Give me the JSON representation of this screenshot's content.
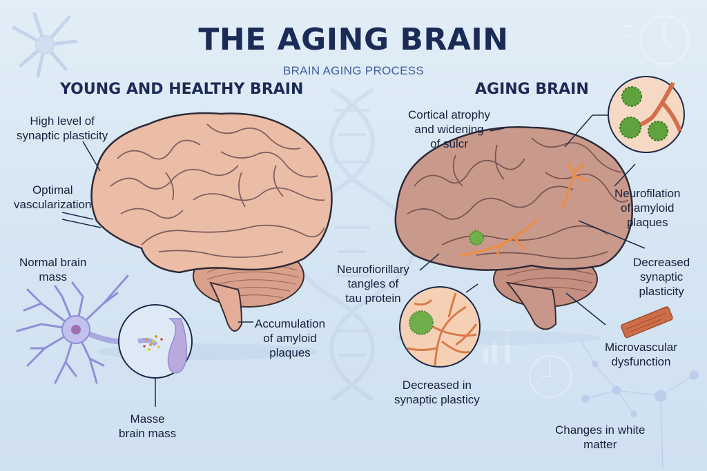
{
  "header": {
    "title": "THE AGING BRAIN",
    "subtitle": "BRAIN AGING PROCESS"
  },
  "left_panel": {
    "heading": "YOUNG AND HEALTHY BRAIN",
    "labels": [
      {
        "id": "synaptic",
        "lines": [
          "High level of",
          "synaptic plasticity"
        ]
      },
      {
        "id": "vascular",
        "lines": [
          "Optimal",
          "vascularization"
        ]
      },
      {
        "id": "mass",
        "lines": [
          "Normal brain",
          "mass"
        ]
      },
      {
        "id": "amyloid",
        "lines": [
          "Accumulation",
          "of amyloid",
          "plaques"
        ]
      },
      {
        "id": "masse",
        "lines": [
          "Masse",
          "brain mass"
        ]
      }
    ]
  },
  "right_panel": {
    "heading": "AGING BRAIN",
    "labels": [
      {
        "id": "cortical",
        "lines": [
          "Cortical atrophy",
          "and widening",
          "of sulcr"
        ]
      },
      {
        "id": "neurofilation",
        "lines": [
          "Neurofilation",
          "of amyloid",
          "plaques"
        ]
      },
      {
        "id": "decreased",
        "lines": [
          "Decreased",
          "synaptic",
          "plasticity"
        ]
      },
      {
        "id": "tangles",
        "lines": [
          "Neurofiorillary",
          "tangles of",
          "tau protein"
        ]
      },
      {
        "id": "decreased_in",
        "lines": [
          "Decreased in",
          "synaptic plasticy"
        ]
      },
      {
        "id": "microvascular",
        "lines": [
          "Microvascular",
          "dysfunction"
        ]
      },
      {
        "id": "white_matter",
        "lines": [
          "Changes in white",
          "matter"
        ]
      }
    ]
  },
  "colors": {
    "title": "#1a2b55",
    "subtitle": "#3f5f9a",
    "label_text": "#16213d",
    "brain_young": "#e8b9a4",
    "brain_aging": "#c9978a",
    "outline": "#2b2b3a",
    "neuron": "#a9a8e0",
    "plaque": "#6fae4a",
    "vessel": "#f08c3c",
    "background": "#dbe9f5"
  }
}
